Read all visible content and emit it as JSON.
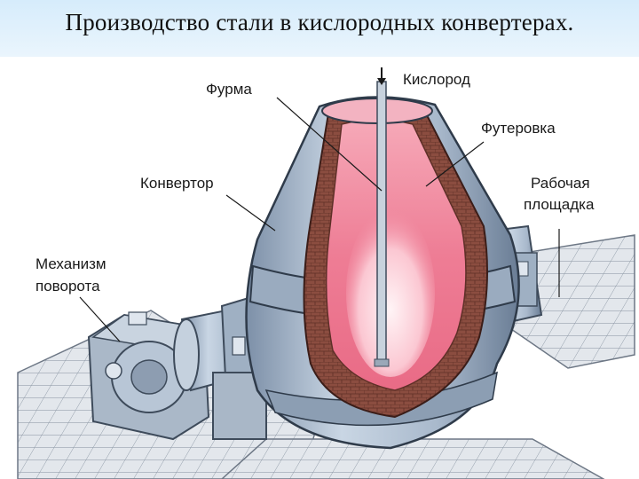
{
  "slide": {
    "title": "Производство стали в кислородных конвертерах."
  },
  "labels": {
    "lance": "Фурма",
    "oxygen": "Кислород",
    "lining": "Футеровка",
    "converter": "Конвертор",
    "platform_line1": "Рабочая",
    "platform_line2": "площадка",
    "mechanism_line1": "Механизм",
    "mechanism_line2": "поворота"
  },
  "colors": {
    "steel": "#b7c6d8",
    "steel_dark": "#6f829a",
    "lining": "#8a4a3e",
    "melt": "#f08aa0",
    "melt_hot": "#fde6ea",
    "floor": "#dfe3e8"
  }
}
